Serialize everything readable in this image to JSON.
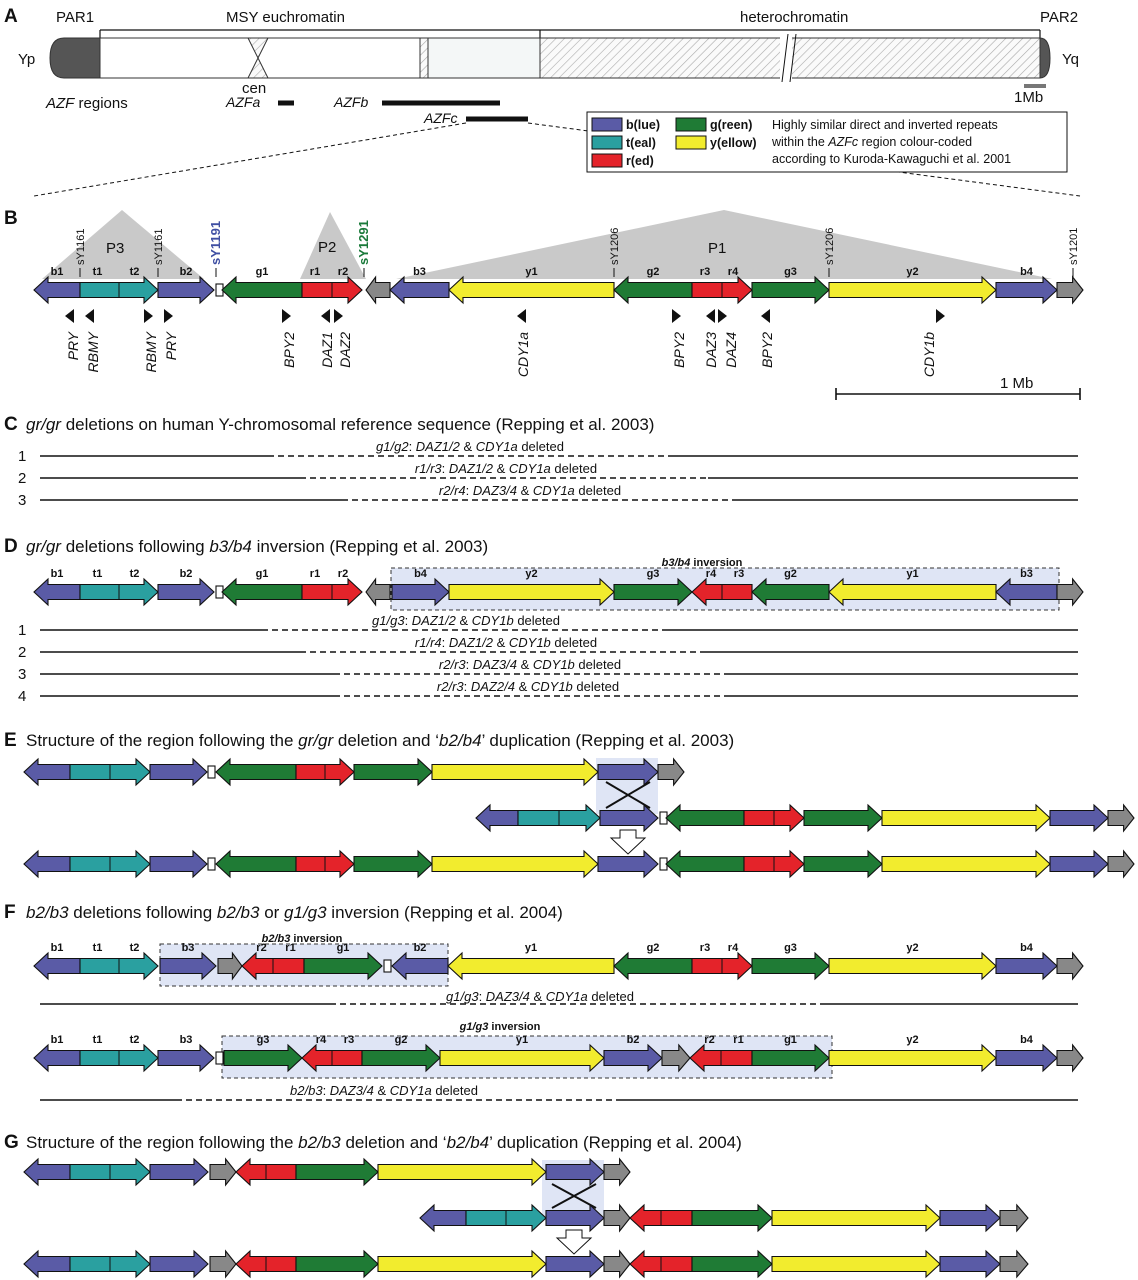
{
  "colors": {
    "blue": "#5a5ba6",
    "teal": "#2aa0a0",
    "red": "#e4232a",
    "green": "#1f7b35",
    "yellow": "#f2ec2e",
    "gray": "#888888",
    "box": "#dfe5f5",
    "marker_blue": "#3f4fa3",
    "marker_green": "#1a7a3a",
    "palindrome": "#c9c9c9"
  },
  "panel_a": {
    "letter": "A",
    "yp": "Yp",
    "yq": "Yq",
    "par1": "PAR1",
    "par2": "PAR2",
    "msy": "MSY euchromatin",
    "hetero": "heterochromatin",
    "cen": "cen",
    "azf_regions": [
      "AZF",
      " regions"
    ],
    "azfa": "AZFa",
    "azfb": "AZFb",
    "azfc": "AZFc",
    "scale": "1Mb"
  },
  "legend": {
    "items": [
      "b(lue)",
      "t(eal)",
      "r(ed)",
      "g(reen)",
      "y(ellow)"
    ],
    "text": [
      [
        "Highly similar direct and inverted repeats"
      ],
      [
        "within the ",
        "AZFc",
        " region colour-coded"
      ],
      [
        "according to Kuroda-Kawaguchi et al. 2001"
      ]
    ]
  },
  "panel_b": {
    "letter": "B",
    "p_labels": [
      "P3",
      "P2",
      "P1"
    ],
    "sts": [
      "sY1161",
      "sY1161",
      "sY1191",
      "sY1291",
      "sY1206",
      "sY1206",
      "sY1201"
    ],
    "segments": [
      "b1",
      "t1",
      "t2",
      "b2",
      "g1",
      "r1",
      "r2",
      "b3",
      "y1",
      "g2",
      "r3",
      "r4",
      "g3",
      "y2",
      "b4"
    ],
    "genes": [
      "PRY",
      "RBMY",
      "RBMY",
      "PRY",
      "BPY2",
      "DAZ1",
      "DAZ2",
      "CDY1a",
      "BPY2",
      "DAZ3",
      "DAZ4",
      "BPY2",
      "CDY1b"
    ],
    "scale": "1 Mb"
  },
  "panel_c": {
    "letter": "C",
    "heading": [
      [
        "gr/gr",
        true
      ],
      [
        " deletions on human Y-chromosomal reference sequence (Repping et al. 2003)",
        false
      ]
    ],
    "rows": [
      {
        "num": "1",
        "label": [
          [
            "g1/g2",
            true
          ],
          [
            ": ",
            false
          ],
          [
            "DAZ1/2",
            true
          ],
          [
            " & ",
            false
          ],
          [
            "CDY1a",
            true
          ],
          [
            " deleted",
            false
          ]
        ]
      },
      {
        "num": "2",
        "label": [
          [
            "r1/r3",
            true
          ],
          [
            ": ",
            false
          ],
          [
            "DAZ1/2",
            true
          ],
          [
            " & ",
            false
          ],
          [
            "CDY1a",
            true
          ],
          [
            " deleted",
            false
          ]
        ]
      },
      {
        "num": "3",
        "label": [
          [
            "r2/r4",
            true
          ],
          [
            ": ",
            false
          ],
          [
            "DAZ3/4",
            true
          ],
          [
            " & ",
            false
          ],
          [
            "CDY1a",
            true
          ],
          [
            " deleted",
            false
          ]
        ]
      }
    ]
  },
  "panel_d": {
    "letter": "D",
    "heading": [
      [
        "gr/gr",
        true
      ],
      [
        " deletions following ",
        false
      ],
      [
        "b3/b4",
        true
      ],
      [
        " inversion  (Repping et al. 2003)",
        false
      ]
    ],
    "box_label": [
      [
        "b3/b4",
        true
      ],
      [
        " inversion",
        false
      ]
    ],
    "segments": [
      "b1",
      "t1",
      "t2",
      "b2",
      "g1",
      "r1",
      "r2",
      "b4",
      "y2",
      "g3",
      "r4",
      "r3",
      "g2",
      "y1",
      "b3"
    ],
    "rows": [
      {
        "num": "1",
        "label": [
          [
            "g1/g3",
            true
          ],
          [
            ": ",
            false
          ],
          [
            "DAZ1/2",
            true
          ],
          [
            " & ",
            false
          ],
          [
            "CDY1b",
            true
          ],
          [
            " deleted",
            false
          ]
        ]
      },
      {
        "num": "2",
        "label": [
          [
            "r1/r4",
            true
          ],
          [
            ": ",
            false
          ],
          [
            "DAZ1/2",
            true
          ],
          [
            " & ",
            false
          ],
          [
            "CDY1b",
            true
          ],
          [
            " deleted",
            false
          ]
        ]
      },
      {
        "num": "3",
        "label": [
          [
            "r2/r3",
            true
          ],
          [
            ": ",
            false
          ],
          [
            "DAZ3/4",
            true
          ],
          [
            " & ",
            false
          ],
          [
            "CDY1b",
            true
          ],
          [
            " deleted",
            false
          ]
        ]
      },
      {
        "num": "4",
        "label": [
          [
            "r2/r3",
            true
          ],
          [
            ": ",
            false
          ],
          [
            "DAZ2/4",
            true
          ],
          [
            " & ",
            false
          ],
          [
            "CDY1b",
            true
          ],
          [
            " deleted",
            false
          ]
        ]
      }
    ]
  },
  "panel_e": {
    "letter": "E",
    "heading": [
      [
        "Structure of the region following the ",
        false
      ],
      [
        "gr/gr",
        true
      ],
      [
        " deletion and ‘",
        false
      ],
      [
        "b2/b4",
        true
      ],
      [
        "’ duplication (Repping et al. 2003)",
        false
      ]
    ]
  },
  "panel_f": {
    "letter": "F",
    "heading": [
      [
        "b2/b3",
        true
      ],
      [
        " deletions following ",
        false
      ],
      [
        "b2/b3",
        true
      ],
      [
        " or ",
        false
      ],
      [
        "g1/g3",
        true
      ],
      [
        " inversion (Repping et al. 2004)",
        false
      ]
    ],
    "box1_label": [
      [
        "b2/b3",
        true
      ],
      [
        " inversion",
        false
      ]
    ],
    "box2_label": [
      [
        "g1/g3",
        true
      ],
      [
        " inversion",
        false
      ]
    ],
    "segments1": [
      "b1",
      "t1",
      "t2",
      "b3",
      "r2",
      "r1",
      "g1",
      "b2",
      "y1",
      "g2",
      "r3",
      "r4",
      "g3",
      "y2",
      "b4"
    ],
    "segments2": [
      "b1",
      "t1",
      "t2",
      "b3",
      "g3",
      "r4",
      "r3",
      "g2",
      "y1",
      "b2",
      "r2",
      "r1",
      "g1",
      "y2",
      "b4"
    ],
    "del1": [
      [
        "g1/g3",
        true
      ],
      [
        ": ",
        false
      ],
      [
        "DAZ3/4",
        true
      ],
      [
        " & ",
        false
      ],
      [
        "CDY1a",
        true
      ],
      [
        " deleted",
        false
      ]
    ],
    "del2": [
      [
        "b2/b3",
        true
      ],
      [
        ": ",
        false
      ],
      [
        "DAZ3/4",
        true
      ],
      [
        " & ",
        false
      ],
      [
        "CDY1a",
        true
      ],
      [
        " deleted",
        false
      ]
    ]
  },
  "panel_g": {
    "letter": "G",
    "heading": [
      [
        "Structure of the region following the ",
        false
      ],
      [
        "b2/b3",
        true
      ],
      [
        " deletion and ‘",
        false
      ],
      [
        "b2/b4",
        true
      ],
      [
        "’ duplication (Repping et al. 2004)",
        false
      ]
    ]
  }
}
